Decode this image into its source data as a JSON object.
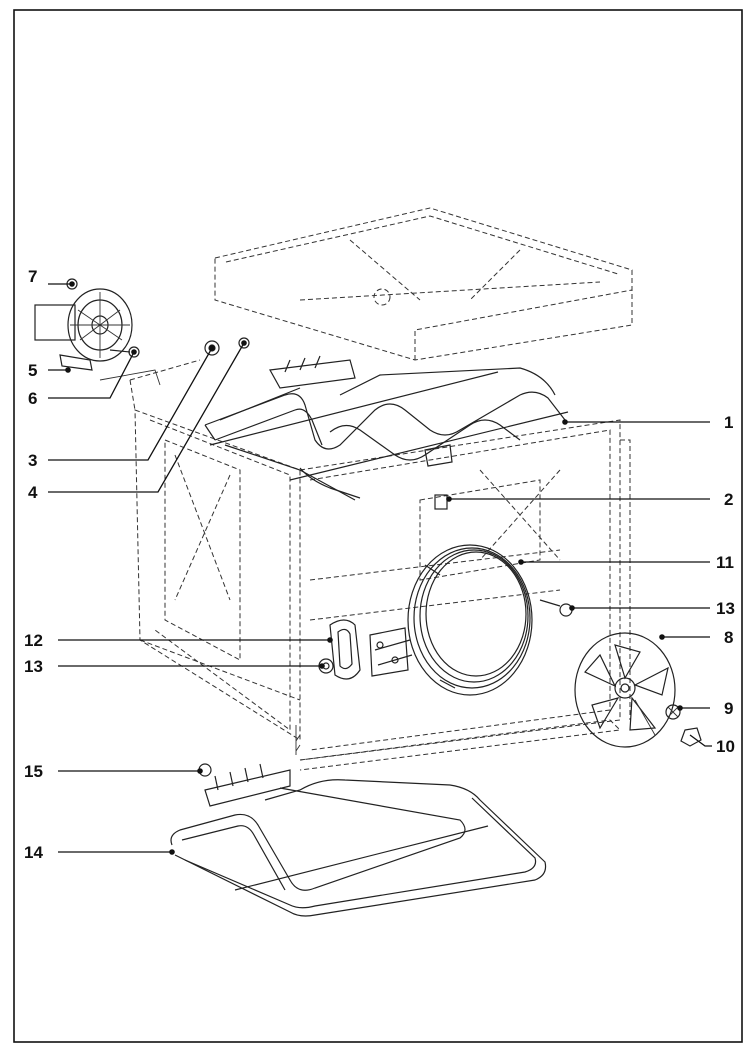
{
  "callouts": [
    {
      "id": "c1",
      "label": "1"
    },
    {
      "id": "c2",
      "label": "2"
    },
    {
      "id": "c3",
      "label": "3"
    },
    {
      "id": "c4",
      "label": "4"
    },
    {
      "id": "c5",
      "label": "5"
    },
    {
      "id": "c6",
      "label": "6"
    },
    {
      "id": "c7",
      "label": "7"
    },
    {
      "id": "c8",
      "label": "8"
    },
    {
      "id": "c9",
      "label": "9"
    },
    {
      "id": "c10",
      "label": "10"
    },
    {
      "id": "c11",
      "label": "11"
    },
    {
      "id": "c12",
      "label": "12"
    },
    {
      "id": "c13a",
      "label": "13"
    },
    {
      "id": "c13b",
      "label": "13"
    },
    {
      "id": "c14",
      "label": "14"
    },
    {
      "id": "c15",
      "label": "15"
    }
  ]
}
